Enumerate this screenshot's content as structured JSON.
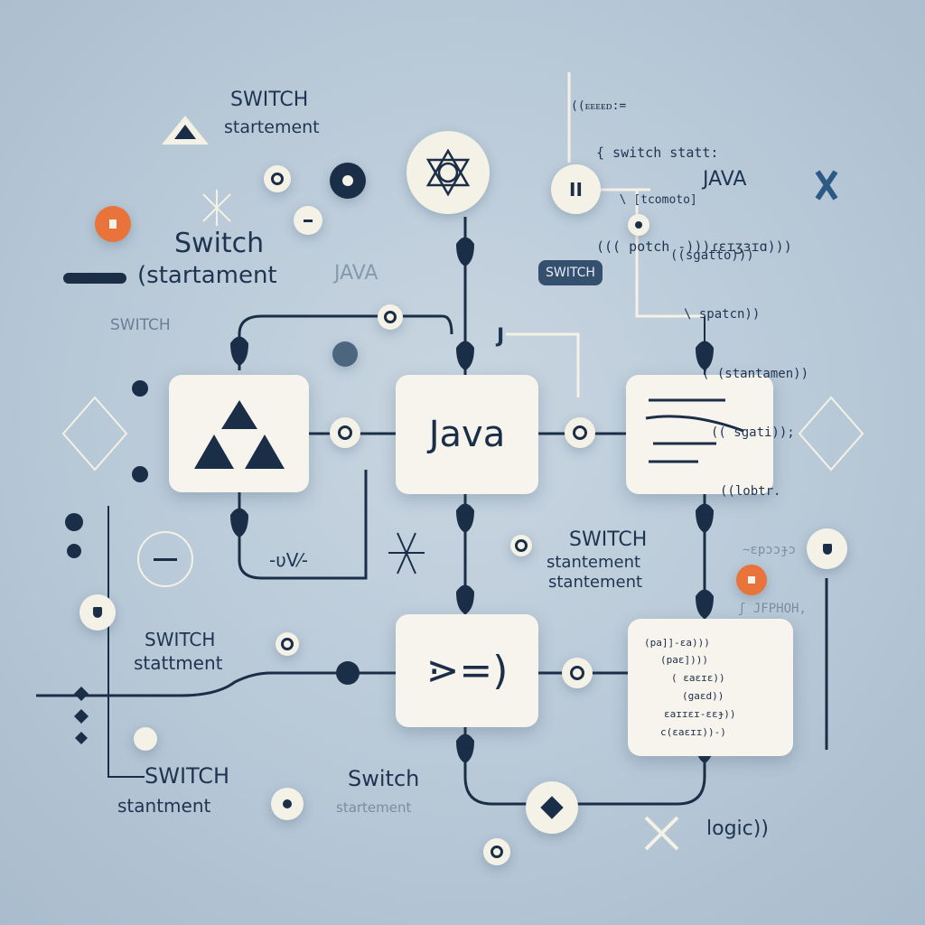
{
  "colors": {
    "background": "#b8c8d6",
    "navy": "#1b2e47",
    "card": "#f6f4ec",
    "accent": "#e8743b"
  },
  "labels": {
    "switch_top": "SWITCH",
    "statement_top": "startement",
    "switch_left": "Switch",
    "statement_left": "(startament",
    "java_faded": "JAVA",
    "switch_faded": "SWITCH",
    "switch_badge": "SWITCH",
    "java_right": "JAVA",
    "java_card": "Java",
    "switch_mid": "SWITCH",
    "statement_mid1": "stantement",
    "statement_mid2": "stantement",
    "switch_lower": "SWITCH",
    "statement_lower": "stattment",
    "switch_bottom": "SWITCH",
    "statement_bottom": "stantment",
    "switch_bottom2": "Switch",
    "statement_bottom2": "startement",
    "logic": "logic))",
    "wave": "-υV⁄-",
    "card_symbol": "⋗=)",
    "pause": "II",
    "j": "J"
  },
  "code_top": [
    "((ᴇᴇᴇᴇᴅ:=",
    "{ switch statt:",
    "  \\ [tcomoto]",
    "((( potch -)))ɾɛɪʒɜɪɑ)))"
  ],
  "code_right": [
    "((sgatto)))",
    "\\ spatcn))",
    "( (stantamen))",
    "(( sgati));",
    "((lobtr.",
    "~ɛpɔɔɟɔ",
    "ʃ JFPHOH,"
  ],
  "code_card": [
    "(pa]]-ɛa)))",
    "(paɛ])))",
    "( ɛaɛɪɛ))",
    "(gaɛd))",
    "ɛaɪɪɛɪ-ɛɛɟ))",
    "c(ɛaɛɪɪ))-)"
  ]
}
